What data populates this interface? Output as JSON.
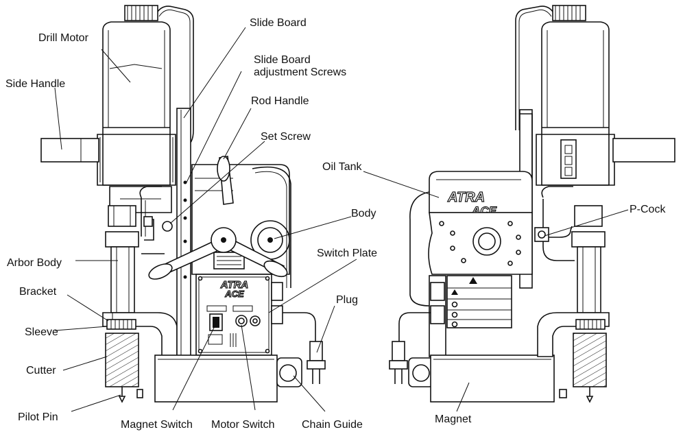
{
  "labels": {
    "drill_motor": "Drill Motor",
    "side_handle": "Side Handle",
    "slide_board": "Slide Board",
    "slide_board_adj_1": "Slide Board",
    "slide_board_adj_2": "adjustment Screws",
    "rod_handle": "Rod Handle",
    "set_screw": "Set Screw",
    "oil_tank": "Oil Tank",
    "body": "Body",
    "switch_plate": "Switch Plate",
    "arbor_body": "Arbor Body",
    "bracket": "Bracket",
    "sleeve": "Sleeve",
    "plug": "Plug",
    "cutter": "Cutter",
    "pilot_pin": "Pilot Pin",
    "magnet_switch": "Magnet Switch",
    "motor_switch": "Motor Switch",
    "chain_guide": "Chain Guide",
    "magnet": "Magnet",
    "p_cock": "P-Cock"
  },
  "brand": {
    "line1": "ATRA",
    "line2": "ACE"
  },
  "colors": {
    "line": "#111111",
    "background": "#ffffff"
  }
}
